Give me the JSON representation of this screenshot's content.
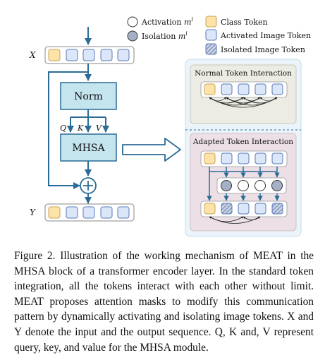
{
  "legend": {
    "activation": "Activation",
    "isolation": "Isolation",
    "mask_symbol": "m",
    "mask_superscript": "i",
    "class_token": "Class Token",
    "activated_image_token": "Activated Image Token",
    "isolated_image_token": "Isolated Image Token"
  },
  "diagram": {
    "input_label": "X",
    "output_label": "Y",
    "norm_label": "Norm",
    "mhsa_label": "MHSA",
    "q_label": "Q",
    "k_label": "K",
    "v_label": "V",
    "normal_title": "Normal Token Interaction",
    "adapted_title": "Adapted Token Interaction",
    "adapted_masks": [
      "isolation",
      "activation",
      "activation",
      "isolation"
    ],
    "adapted_output_tokens": [
      "class",
      "isolated",
      "activated",
      "activated",
      "isolated"
    ]
  },
  "colors": {
    "class_token": "#fde3a7",
    "image_token": "#dbe6f8",
    "token_border": "#5a7ab8",
    "block_fill": "#c4e4ee",
    "line_blue": "#2b6c96",
    "panel_bg": "#eaf4fa",
    "normal_bg": "#ecece4",
    "adapted_bg": "#ecdfe6",
    "isolation_fill": "#a3b0c6"
  },
  "caption": {
    "text": "Figure 2. Illustration of the working mechanism of MEAT in the MHSA block of a transformer encoder layer. In the standard token integration, all the tokens interact with each other without limit. MEAT proposes attention masks to modify this communication pattern by dynamically activating and isolating image tokens. X and Y denote the input and the output sequence. Q, K and, V represent query, key, and value for the MHSA module."
  }
}
